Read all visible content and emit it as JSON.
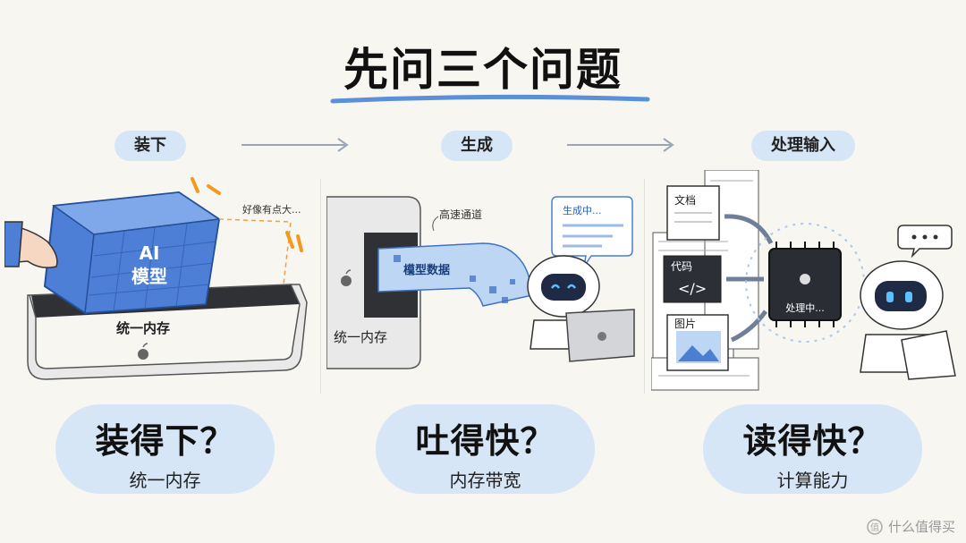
{
  "title": "先问三个问题",
  "steps": [
    {
      "label": "装下"
    },
    {
      "label": "生成"
    },
    {
      "label": "处理输入"
    }
  ],
  "panel1": {
    "box_label": "统一内存",
    "cube_line1": "AI",
    "cube_line2": "模型",
    "note": "好像有点大..."
  },
  "panel2": {
    "box_label": "统一内存",
    "tube_label": "模型数据",
    "channel_label": "高速通道",
    "bubble_text": "生成中..."
  },
  "panel3": {
    "doc_label": "文档",
    "code_label": "代码",
    "image_label": "图片",
    "chip_label": "处理中..."
  },
  "bubbles": [
    {
      "question": "装得下？",
      "sub": "统一内存"
    },
    {
      "question": "吐得快？",
      "sub": "内存带宽"
    },
    {
      "question": "读得快？",
      "sub": "计算能力"
    }
  ],
  "watermark": "什么值得买",
  "colors": {
    "accent": "#4a7fd1",
    "pill": "#d6e6f6",
    "cube": "#4d7fd6",
    "background": "#f7f6f1"
  }
}
